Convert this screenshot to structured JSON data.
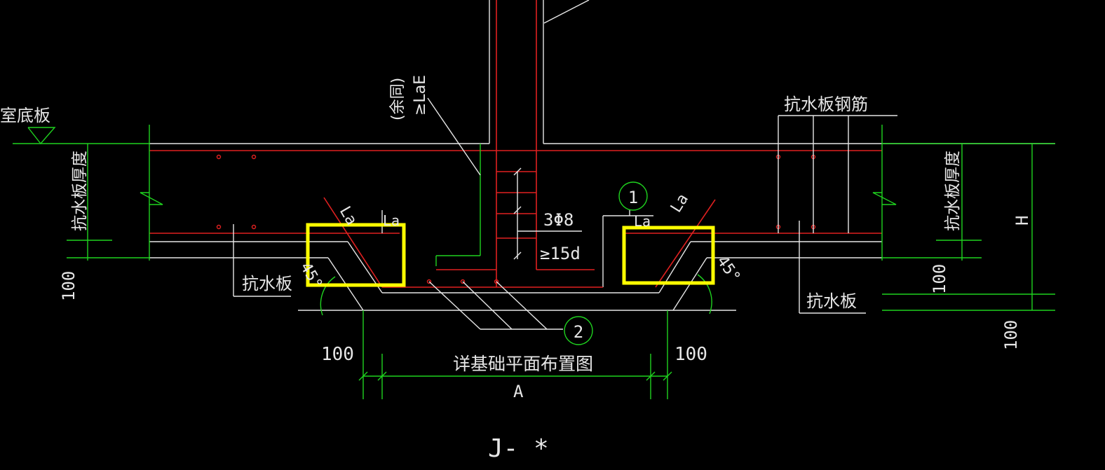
{
  "drawing_title": "J- *",
  "labels": {
    "basement_floor_slab": "室底板",
    "anti_water_slab_rebar": "抗水板钢筋",
    "anti_water_slab_thickness_left": "抗水板厚度",
    "anti_water_slab_thickness_right": "抗水板厚度",
    "anti_water_slab_left": "抗水板",
    "anti_water_slab_right": "抗水板",
    "rest_same": "(余同)",
    "lae": "≥LaE",
    "la_left": "La",
    "la_right": "La",
    "la_small_left": "La",
    "la_small_right": "La",
    "stirrups": "3Φ8",
    "min_15d": "≥15d",
    "angle_left": "45°",
    "angle_right": "45°",
    "foundation_plan_ref": "详基础平面布置图",
    "dim_a": "A",
    "dim_h": "H",
    "dim_100_left_vertical": "100",
    "dim_100_left_bottom": "100",
    "dim_100_right_bottom": "100",
    "dim_100_right_vertical_1": "100",
    "dim_100_right_vertical_2": "100"
  },
  "callouts": {
    "marker_1": "1",
    "marker_2": "2"
  },
  "colors": {
    "background": "#000000",
    "structure_lines": "#e6e6e6",
    "rebar": "#e02020",
    "dimension": "#1fd21f",
    "highlight": "#ffff00"
  }
}
